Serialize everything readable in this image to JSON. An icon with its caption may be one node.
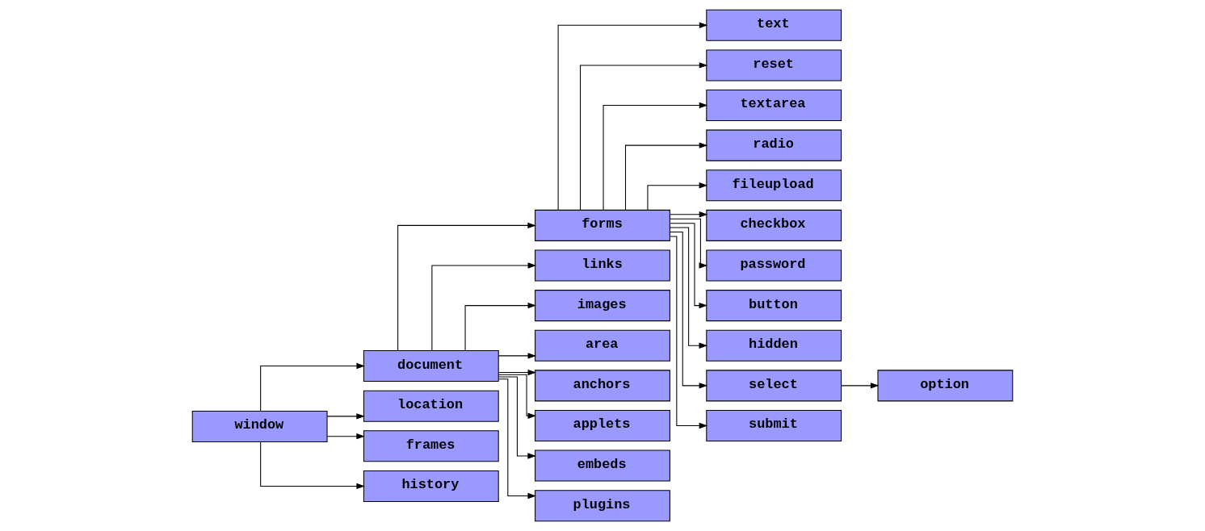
{
  "diagram": {
    "nodes": [
      {
        "text": [
          "window"
        ]
      },
      {
        "text": [
          "document"
        ]
      },
      {
        "text": [
          "location"
        ]
      },
      {
        "text": [
          "frames"
        ]
      },
      {
        "text": [
          "history"
        ]
      },
      {
        "text": [
          "forms"
        ]
      },
      {
        "text": [
          "links"
        ]
      },
      {
        "text": [
          "images"
        ]
      },
      {
        "text": [
          "area"
        ]
      },
      {
        "text": [
          "anchors"
        ]
      },
      {
        "text": [
          "applets"
        ]
      },
      {
        "text": [
          "embeds"
        ]
      },
      {
        "text": [
          "plugins"
        ]
      },
      {
        "text": [
          "text"
        ]
      },
      {
        "text": [
          "reset"
        ]
      },
      {
        "text": [
          "textarea"
        ]
      },
      {
        "text": [
          "radio"
        ]
      },
      {
        "text": [
          "fileupload"
        ]
      },
      {
        "text": [
          "checkbox"
        ]
      },
      {
        "text": [
          "password"
        ]
      },
      {
        "text": [
          "button"
        ]
      },
      {
        "text": [
          "hidden"
        ]
      },
      {
        "text": [
          "select"
        ]
      },
      {
        "text": [
          "submit"
        ]
      },
      {
        "text": [
          "option"
        ]
      }
    ],
    "edges": [
      {
        "from": 0,
        "to": 1,
        "arrow": "to"
      },
      {
        "from": 0,
        "to": 2,
        "arrow": "to"
      },
      {
        "from": 0,
        "to": 3,
        "arrow": "to"
      },
      {
        "from": 0,
        "to": 4,
        "arrow": "to"
      },
      {
        "from": 1,
        "to": 5,
        "arrow": "to"
      },
      {
        "from": 1,
        "to": 6,
        "arrow": "to"
      },
      {
        "from": 1,
        "to": 7,
        "arrow": "to"
      },
      {
        "from": 1,
        "to": 8,
        "arrow": "to"
      },
      {
        "from": 1,
        "to": 9,
        "arrow": "to"
      },
      {
        "from": 1,
        "to": 10,
        "arrow": "to"
      },
      {
        "from": 1,
        "to": 11,
        "arrow": "to"
      },
      {
        "from": 1,
        "to": 12,
        "arrow": "to"
      },
      {
        "from": 5,
        "to": 13,
        "arrow": "to"
      },
      {
        "from": 5,
        "to": 14,
        "arrow": "to"
      },
      {
        "from": 5,
        "to": 15,
        "arrow": "to"
      },
      {
        "from": 5,
        "to": 16,
        "arrow": "to"
      },
      {
        "from": 5,
        "to": 17,
        "arrow": "to"
      },
      {
        "from": 5,
        "to": 18,
        "arrow": "to"
      },
      {
        "from": 5,
        "to": 19,
        "arrow": "to"
      },
      {
        "from": 5,
        "to": 20,
        "arrow": "to"
      },
      {
        "from": 5,
        "to": 21,
        "arrow": "to"
      },
      {
        "from": 5,
        "to": 22,
        "arrow": "to"
      },
      {
        "from": 5,
        "to": 23,
        "arrow": "to"
      },
      {
        "from": 22,
        "to": 24,
        "arrow": "to"
      }
    ]
  }
}
